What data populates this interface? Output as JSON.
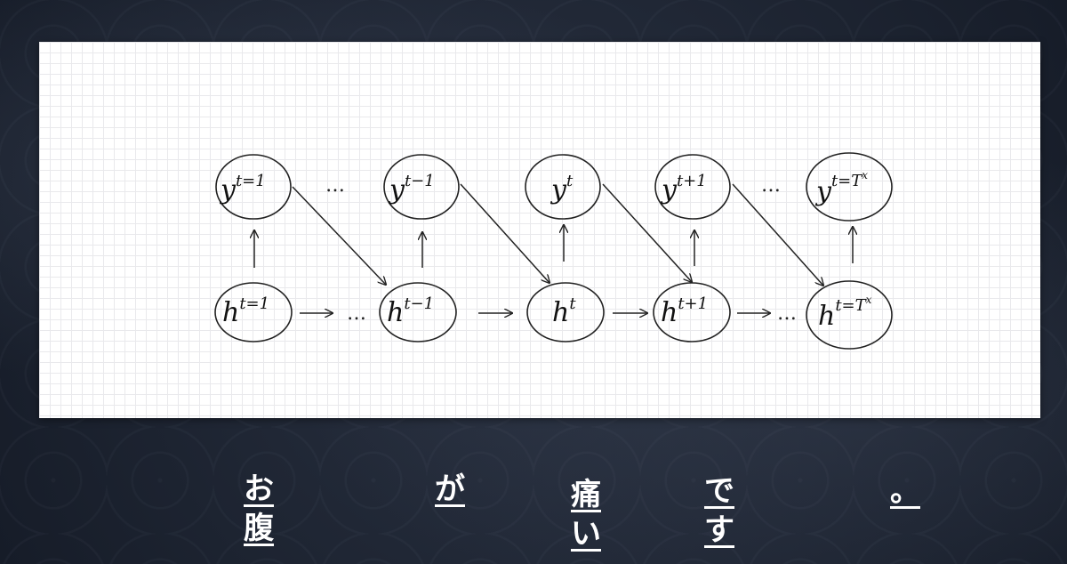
{
  "diagram": {
    "nodes": [
      {
        "id": "y1",
        "base": "y",
        "sup": "t=1"
      },
      {
        "id": "ytm1",
        "base": "y",
        "sup": "t−1"
      },
      {
        "id": "yt",
        "base": "y",
        "sup": "t"
      },
      {
        "id": "ytp1",
        "base": "y",
        "sup": "t+1"
      },
      {
        "id": "yT",
        "base": "y",
        "sup": "t=T",
        "supsup": "x"
      },
      {
        "id": "h1",
        "base": "h",
        "sup": "t=1"
      },
      {
        "id": "htm1",
        "base": "h",
        "sup": "t−1"
      },
      {
        "id": "ht",
        "base": "h",
        "sup": "t"
      },
      {
        "id": "htp1",
        "base": "h",
        "sup": "t+1"
      },
      {
        "id": "hT",
        "base": "h",
        "sup": "t=T",
        "supsup": "x"
      }
    ],
    "ellipsis": "…"
  },
  "subtitle": {
    "words": [
      {
        "chars": [
          "お",
          "腹"
        ]
      },
      {
        "chars": [
          "が"
        ]
      },
      {
        "chars": [
          "痛",
          "い"
        ]
      },
      {
        "chars": [
          "で",
          "す"
        ]
      },
      {
        "chars": [
          "。"
        ]
      }
    ]
  }
}
